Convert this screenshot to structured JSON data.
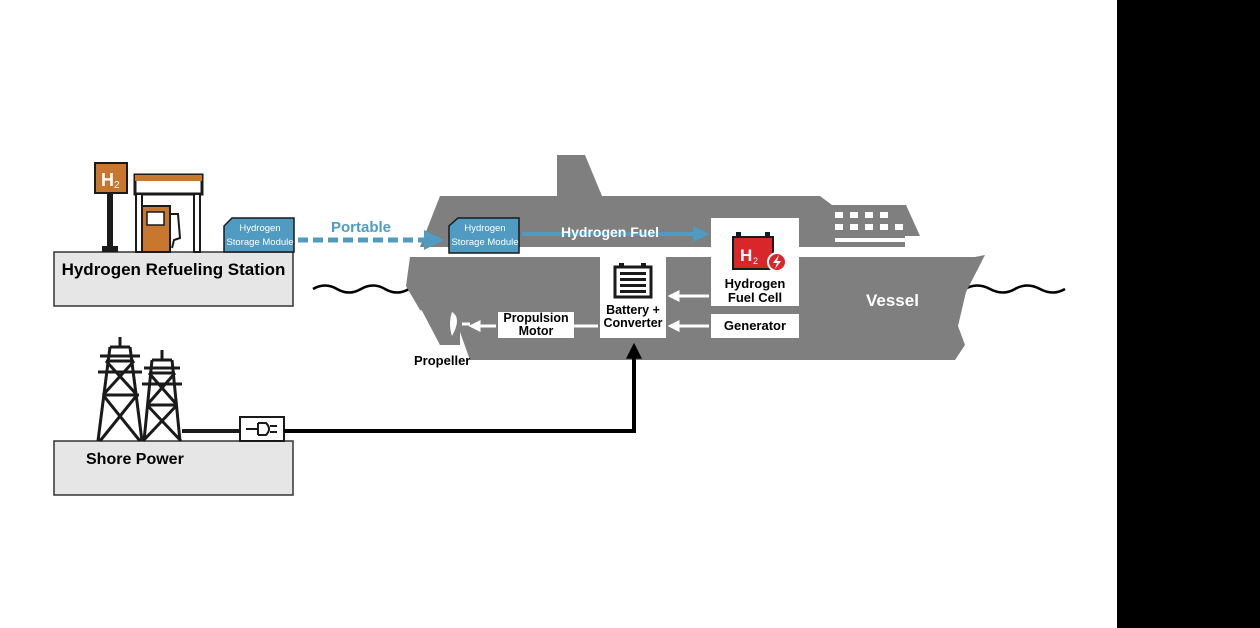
{
  "colors": {
    "vessel": "#7f7f7f",
    "flow_blue": "#4f9bc2",
    "station_orange": "#c8772e",
    "fuel_cell_red": "#d9262a",
    "panel_fill": "#e6e6e6",
    "right_band": "#000000"
  },
  "station": {
    "label": "Hydrogen Refueling Station",
    "sign_text": "H",
    "sign_subscript": "2",
    "icon": "fuel-pump-icon"
  },
  "storage_module_station": {
    "line1": "Hydrogen",
    "line2": "Storage Module"
  },
  "storage_module_vessel": {
    "line1": "Hydrogen",
    "line2": "Storage Module"
  },
  "flows": {
    "portable": "Portable",
    "hydrogen_fuel": "Hydrogen Fuel"
  },
  "vessel": {
    "label": "Vessel",
    "propeller": "Propeller",
    "propulsion_motor": {
      "line1": "Propulsion",
      "line2": "Motor"
    },
    "battery_converter": {
      "line1": "Battery +",
      "line2": "Converter",
      "icon": "battery-icon"
    },
    "fuel_cell": {
      "line1": "Hydrogen",
      "line2": "Fuel Cell",
      "badge_text": "H",
      "badge_subscript": "2",
      "icon": "fuel-cell-battery-icon"
    },
    "generator": "Generator"
  },
  "shore": {
    "label": "Shore Power",
    "tower_icon": "transmission-tower-icon",
    "plug_icon": "plug-icon"
  }
}
